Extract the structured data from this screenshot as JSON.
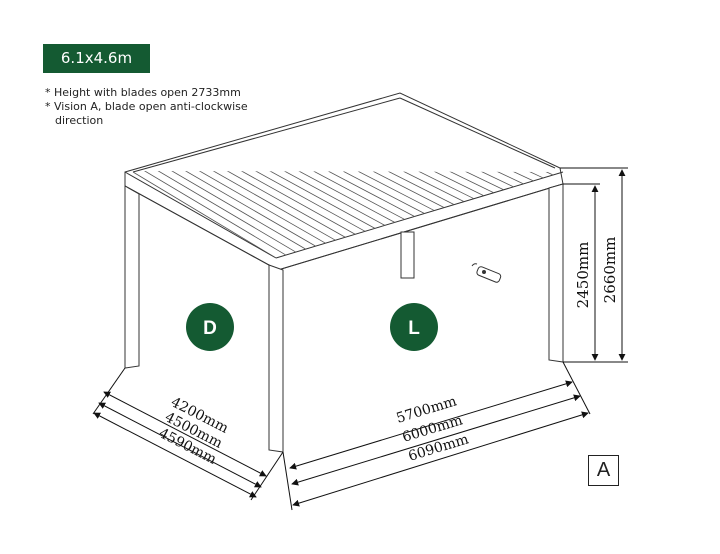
{
  "size_badge": "6.1x4.6m",
  "notes": {
    "line1": "* Height with blades open 2733mm",
    "line2a": "* Vision A, blade open anti-clockwise",
    "line2b": "direction"
  },
  "zones": {
    "left": "D",
    "right": "L"
  },
  "brand_color": "#145a32",
  "dimensions": {
    "depth": [
      "4200mm",
      "4500mm",
      "4590mm"
    ],
    "width": [
      "5700mm",
      "6000mm",
      "6090mm"
    ],
    "height": [
      "2450mm",
      "2660mm"
    ]
  },
  "vision_label": "A",
  "icons": {
    "remote": "remote-control-icon"
  }
}
